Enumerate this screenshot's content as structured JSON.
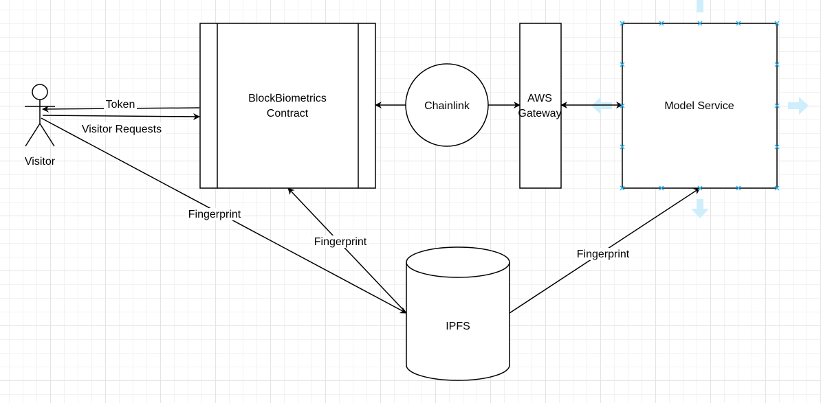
{
  "colors": {
    "stroke": "#000000",
    "fill": "#ffffff",
    "selection": "#29b6f2",
    "selection_arrow": "#cfeefc"
  },
  "nodes": {
    "visitor": {
      "shape": "actor",
      "label": "Visitor"
    },
    "contract": {
      "shape": "process",
      "label_line1": "BlockBiometrics",
      "label_line2": "Contract"
    },
    "chainlink": {
      "shape": "ellipse",
      "label": "Chainlink"
    },
    "aws_gateway": {
      "shape": "rectangle",
      "label_line1": "AWS",
      "label_line2": "Gateway"
    },
    "model_service": {
      "shape": "rectangle",
      "label": "Model Service",
      "selected": true
    },
    "ipfs": {
      "shape": "cylinder",
      "label": "IPFS"
    }
  },
  "edges": {
    "token": {
      "label": "Token",
      "from": "contract",
      "to": "visitor"
    },
    "visitor_requests": {
      "label": "Visitor Requests",
      "from": "visitor",
      "to": "contract"
    },
    "fingerprint_visitor_ipfs": {
      "label": "Fingerprint",
      "from": "visitor",
      "to": "ipfs"
    },
    "fingerprint_ipfs_contract": {
      "label": "Fingerprint",
      "from": "ipfs",
      "to": "contract"
    },
    "fingerprint_ipfs_model": {
      "label": "Fingerprint",
      "from": "ipfs",
      "to": "model_service"
    },
    "chainlink_contract": {
      "label": "",
      "from": "chainlink",
      "to": "contract"
    },
    "chainlink_gateway": {
      "label": "",
      "from": "chainlink",
      "to": "aws_gateway"
    },
    "gateway_model": {
      "label": "",
      "from": "aws_gateway",
      "to": "model_service",
      "bidirectional": true
    }
  }
}
